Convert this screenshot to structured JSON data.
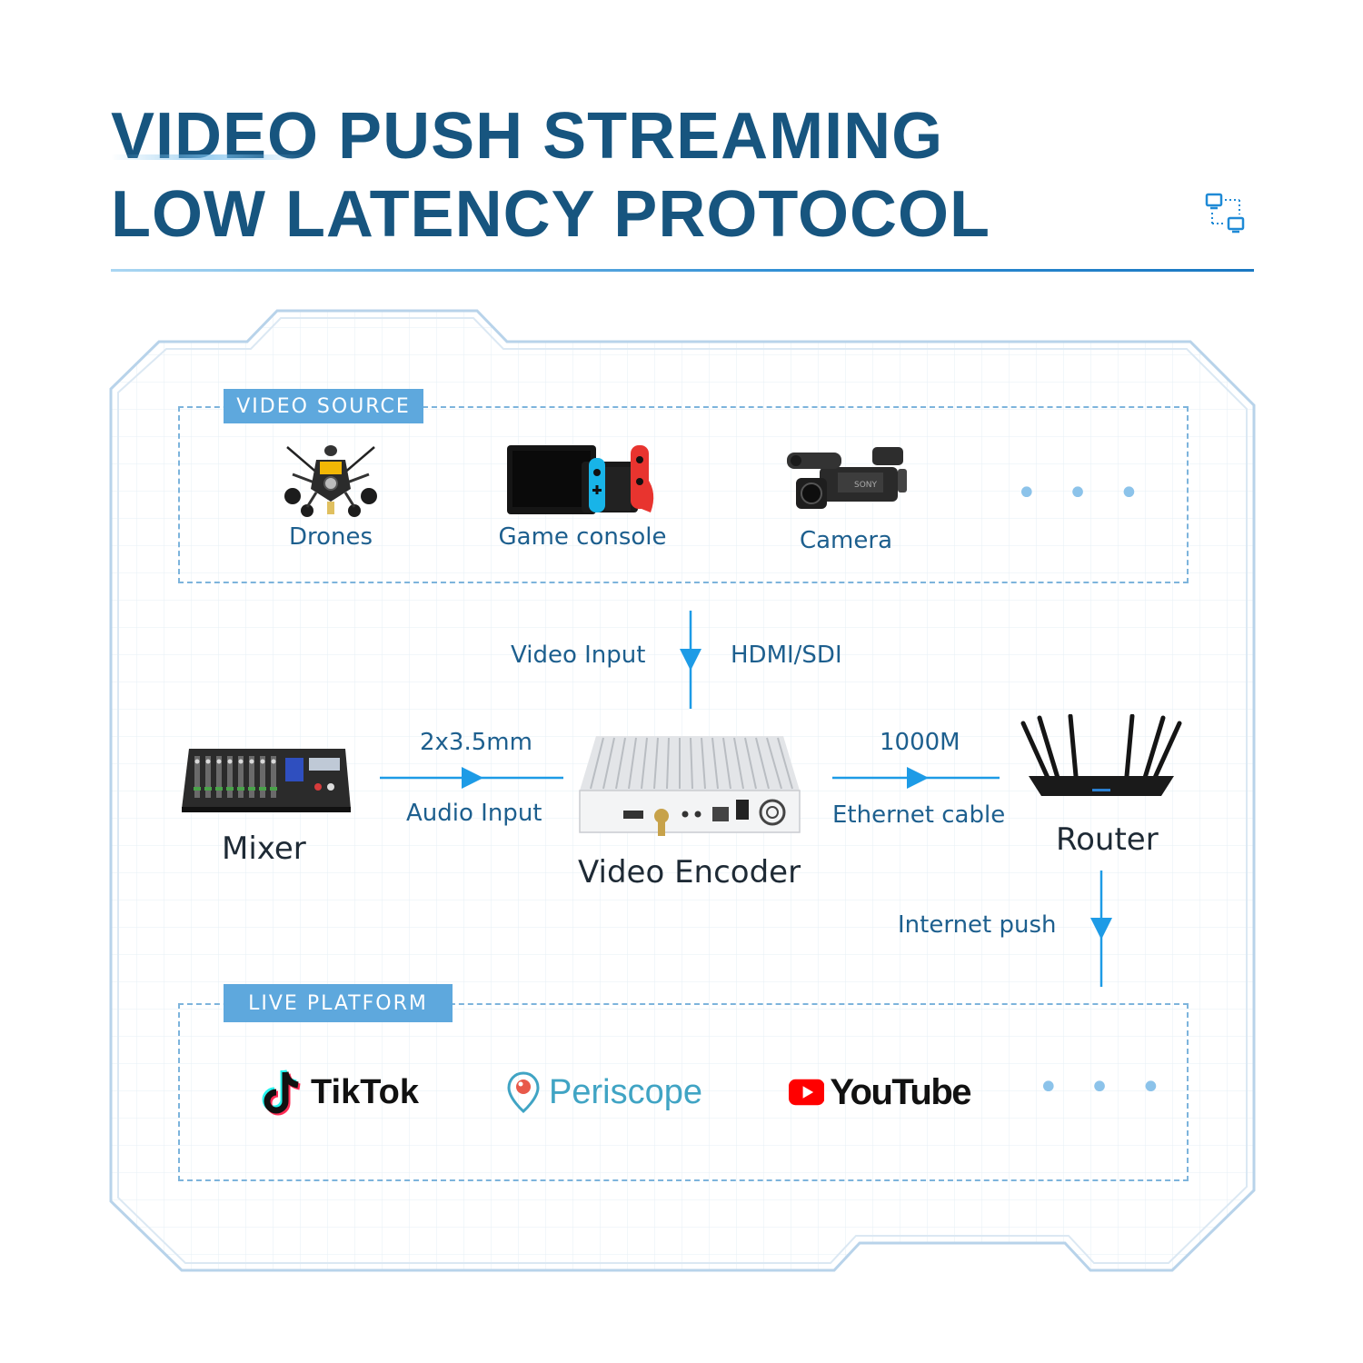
{
  "header": {
    "title_line1": "VIDEO PUSH STREAMING",
    "title_line2": "LOW LATENCY PROTOCOL",
    "icon": "network-computers-icon"
  },
  "video_source": {
    "tag": "VIDEO SOURCE",
    "items": [
      {
        "label": "Drones",
        "icon": "drone-icon"
      },
      {
        "label": "Game console",
        "icon": "game-console-icon"
      },
      {
        "label": "Camera",
        "icon": "camcorder-icon"
      }
    ],
    "more": "• • •"
  },
  "flow": {
    "video_input_left": "Video Input",
    "video_input_right": "HDMI/SDI",
    "audio_top": "2x3.5mm",
    "audio_bottom": "Audio Input",
    "eth_top": "1000M",
    "eth_bottom": "Ethernet cable",
    "internet": "Internet push"
  },
  "devices": {
    "mixer": "Mixer",
    "encoder": "Video Encoder",
    "router": "Router"
  },
  "live_platform": {
    "tag": "LIVE PLATFORM",
    "platforms": [
      "TikTok",
      "Periscope",
      "YouTube"
    ],
    "more": "• • •"
  },
  "colors": {
    "title": "#17557f",
    "accent": "#5ea8dd",
    "arrow": "#1d9be6"
  }
}
